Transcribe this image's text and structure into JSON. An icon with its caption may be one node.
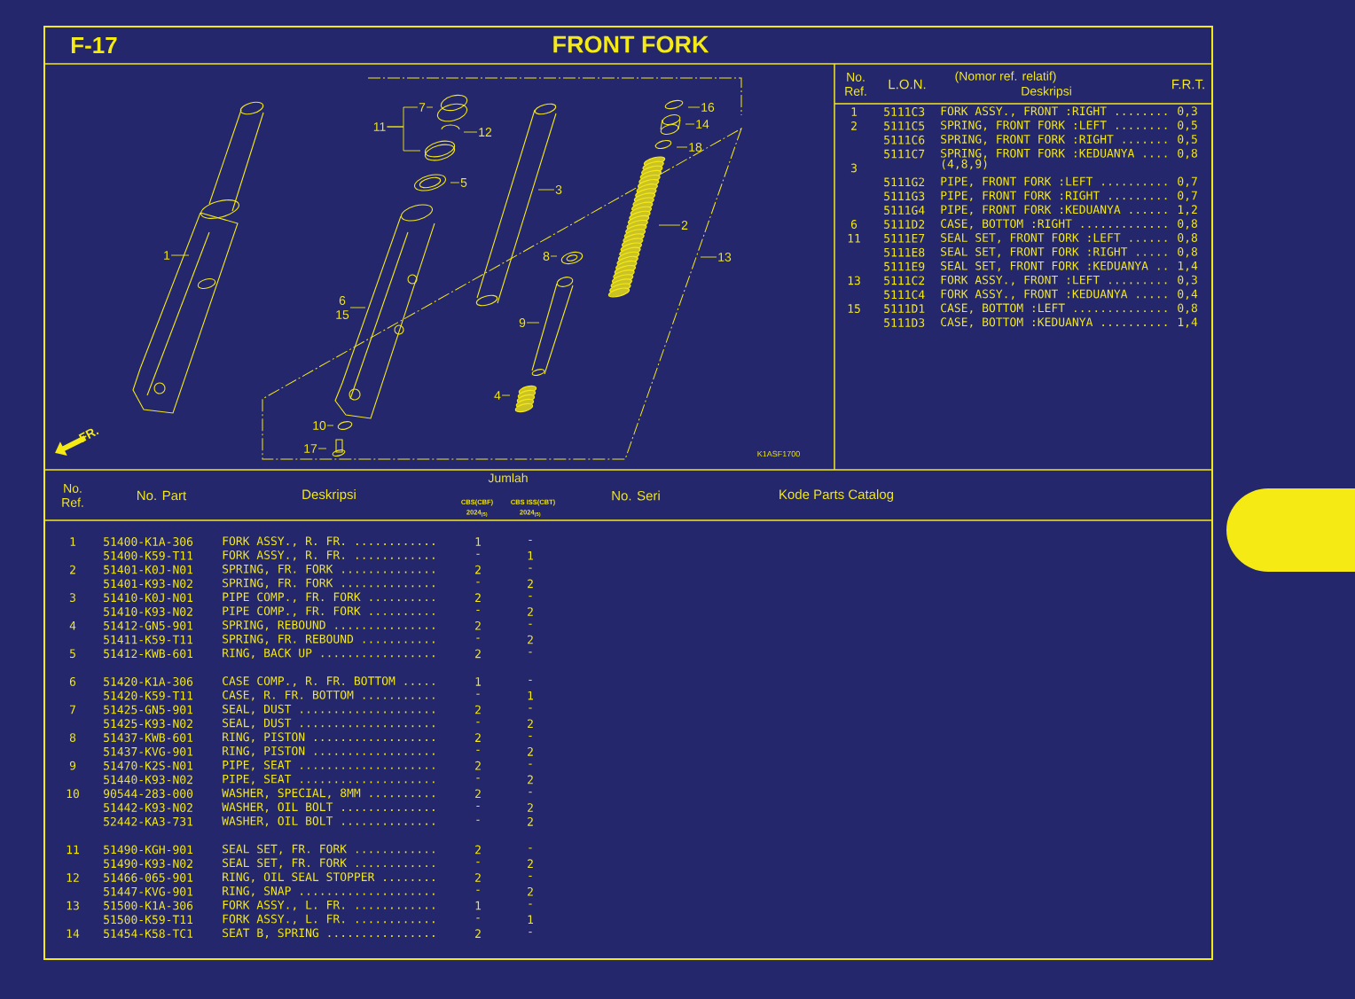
{
  "diagram": {
    "title": "FRONT FORK",
    "nodes": [
      {
        "text": [
          "7"
        ]
      },
      {
        "text": [
          "16"
        ]
      },
      {
        "text": [
          "11"
        ]
      },
      {
        "text": [
          "14"
        ]
      },
      {
        "text": [
          "12"
        ]
      },
      {
        "text": [
          "18"
        ]
      },
      {
        "text": [
          "5"
        ]
      },
      {
        "text": [
          "3"
        ]
      },
      {
        "text": [
          "2"
        ]
      },
      {
        "text": [
          "1"
        ]
      },
      {
        "text": [
          "8"
        ]
      },
      {
        "text": [
          "13"
        ]
      },
      {
        "text": [
          "6",
          "15"
        ]
      },
      {
        "text": [
          "9"
        ]
      },
      {
        "text": [
          "4"
        ]
      },
      {
        "text": [
          "10"
        ]
      },
      {
        "text": [
          "17"
        ]
      },
      {
        "text": [],
        "shape": "box"
      }
    ],
    "edges": [
      {
        "from": 0,
        "to": null,
        "arrow": "none"
      },
      {
        "from": 1,
        "to": null,
        "arrow": "none"
      },
      {
        "from": 2,
        "to": 0,
        "arrow": "none"
      },
      {
        "from": 2,
        "to": null,
        "arrow": "none"
      },
      {
        "from": 3,
        "to": null,
        "arrow": "none"
      },
      {
        "from": 4,
        "to": null,
        "arrow": "none"
      },
      {
        "from": 5,
        "to": null,
        "arrow": "none"
      },
      {
        "from": 6,
        "to": null,
        "arrow": "none"
      },
      {
        "from": 7,
        "to": null,
        "arrow": "none"
      },
      {
        "from": 8,
        "to": null,
        "arrow": "none"
      },
      {
        "from": 9,
        "to": null,
        "arrow": "none"
      },
      {
        "from": 10,
        "to": null,
        "arrow": "none"
      },
      {
        "from": 11,
        "to": null,
        "arrow": "none"
      },
      {
        "from": 12,
        "to": null,
        "arrow": "none"
      },
      {
        "from": 13,
        "to": null,
        "arrow": "none"
      },
      {
        "from": 14,
        "to": null,
        "arrow": "none"
      },
      {
        "from": 15,
        "to": null,
        "arrow": "none"
      },
      {
        "from": 16,
        "to": null,
        "arrow": "none"
      }
    ],
    "labels": [
      "F-17",
      "No. Ref.",
      "L.O.N.",
      "(Nomor ref. relatif)",
      "Deskripsi",
      "F.R.T.",
      "1",
      "5111C3",
      "FORK ASSY., FRONT :RIGHT ........",
      "0,3",
      "2",
      "5111C5",
      "SPRING, FRONT FORK :LEFT ........",
      "0,5",
      "5111C6",
      "SPRING, FRONT FORK :RIGHT .......",
      "0,5",
      "5111C7",
      "SPRING, FRONT FORK :KEDUANYA ....",
      "0,8",
      "3",
      "(4,8,9)",
      "5111G2",
      "PIPE, FRONT FORK :LEFT ..........",
      "0,7",
      "5111G3",
      "PIPE, FRONT FORK :RIGHT .........",
      "0,7",
      "5111G4",
      "PIPE, FRONT FORK :KEDUANYA ......",
      "1,2",
      "6",
      "5111D2",
      "CASE, BOTTOM :RIGHT .............",
      "0,8",
      "11",
      "5111E7",
      "SEAL SET, FRONT FORK :LEFT ......",
      "0,8",
      "5111E8",
      "SEAL SET, FRONT FORK :RIGHT .....",
      "0,8",
      "5111E9",
      "SEAL SET, FRONT FORK :KEDUANYA ..",
      "1,4",
      "13",
      "5111C2",
      "FORK ASSY., FRONT :LEFT .........",
      "0,3",
      "5111C4",
      "FORK ASSY., FRONT :KEDUANYA .....",
      "0,4",
      "15",
      "5111D1",
      "CASE, BOTTOM :LEFT ..............",
      "0,8",
      "5111D3",
      "CASE, BOTTOM :KEDUANYA ..........",
      "1,4",
      "K1ASF1700",
      "FR.",
      "No. Ref.",
      "No. Part",
      "Deskripsi",
      "Jumlah",
      "CBS(CBF)",
      "CBS ISS(CBT)",
      "2024$_{(S)}$",
      "2024$_{(S)}$",
      "No. Seri",
      "Kode Parts Catalog",
      "1",
      "51400-K1A-306",
      "FORK ASSY., R. FR. ............",
      "1",
      "-",
      "51400-K59-T11",
      "FORK ASSY., R. FR. ............",
      "-",
      "1",
      "2",
      "51401-K0J-N01",
      "SPRING, FR. FORK ..............",
      "2",
      "-",
      "51401-K93-N02",
      "SPRING, FR. FORK ..............",
      "-",
      "2",
      "3",
      "51410-K0J-N01",
      "PIPE COMP., FR. FORK ..........",
      "2",
      "-",
      "51410-K93-N02",
      "PIPE COMP., FR. FORK ..........",
      "-",
      "2",
      "4",
      "51412-GN5-901",
      "SPRING, REBOUND ...............",
      "2",
      "-",
      "51411-K59-T11",
      "SPRING, FR. REBOUND ...........",
      "-",
      "2",
      "5",
      "51412-KWB-601",
      "RING, BACK UP .................",
      "2",
      "-",
      "6",
      "51420-K1A-306",
      "CASE COMP., R. FR. BOTTOM .....",
      "1",
      "-",
      "51420-K59-T11",
      "CASE, R. FR. BOTTOM ...........",
      "-",
      "1",
      "7",
      "51425-GN5-901",
      "SEAL, DUST ....................",
      "2",
      "-",
      "51425-K93-N02",
      "SEAL, DUST ....................",
      "-",
      "2",
      "8",
      "51437-KWB-601",
      "RING, PISTON ..................",
      "2",
      "-",
      "51437-KVG-901",
      "RING, PISTON ..................",
      "-",
      "2",
      "9",
      "51470-K2S-N01",
      "PIPE, SEAT ....................",
      "2",
      "-",
      "51440-K93-N02",
      "PIPE, SEAT ....................",
      "-",
      "2",
      "10",
      "90544-283-000",
      "WASHER, SPECIAL, 8MM ..........",
      "2",
      "-",
      "51442-K93-N02",
      "WASHER, OIL BOLT ..............",
      "-",
      "2",
      "52442-KA3-731",
      "WASHER, OIL BOLT ..............",
      "-",
      "2",
      "11",
      "51490-KGH-901",
      "SEAL SET, FR. FORK ............",
      "2",
      "-",
      "51490-K93-N02",
      "SEAL SET, FR. FORK ............",
      "-",
      "2",
      "12",
      "51466-065-901",
      "RING, OIL SEAL STOPPER ........",
      "2",
      "-",
      "51447-KVG-901",
      "RING, SNAP ....................",
      "-",
      "2",
      "13",
      "51500-K1A-306",
      "FORK ASSY., L. FR. ............",
      "1",
      "-",
      "51500-K59-T11",
      "FORK ASSY., L. FR. ............",
      "-",
      "1",
      "14",
      "51454-K58-TC1",
      "SEAT B, SPRING ................",
      "2",
      "-"
    ]
  }
}
